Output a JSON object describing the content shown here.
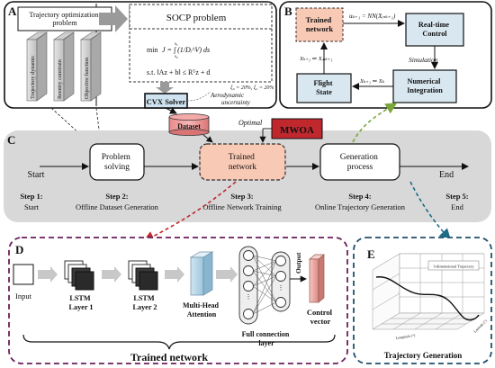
{
  "panel_labels": {
    "a": "A",
    "b": "B",
    "c": "C",
    "d": "D",
    "e": "E"
  },
  "panel_a": {
    "header": "Trajectory optimization problem",
    "pillars": [
      "Trajectory dynamic",
      "Reentry constrain",
      "Objective function"
    ],
    "socp_title": "SOCP problem",
    "eq1_min": "min",
    "eq1_body": "J = ∫ (1/Dᵢ^V) ds",
    "eq1_from": "s₀",
    "eq1_to": "sₓ",
    "eq2": "s.t.  ‖Az + b‖ ≤ Rᵀz + d",
    "sigma": "ξ₀ = 20%, ξ₂ = 20%",
    "uncertainty": "Aerodynamic uncertainty",
    "solver": "CVX Solver"
  },
  "panel_b": {
    "trained_network": "Trained network",
    "realtime": "Real-time Control",
    "simulation": "Simulation",
    "numerical": "Numerical Integration",
    "flight_state": "Flight State",
    "u_eq": "uₖ₊₁ = NN(Xᵢₙₖ₊₁)",
    "x_eq": "Xₖ₊₁ ⇒ Xᵢₙₖ₊₁",
    "xk_eq": "Xₖ₊₁ ⇐ Xₖ"
  },
  "panel_c": {
    "dataset": "Dataset",
    "optimal": "Optimal",
    "mwoa": "MWOA",
    "start": "Start",
    "end": "End",
    "problem_solving": "Problem solving",
    "trained_network": "Trained network",
    "generation_process": "Generation process",
    "steps": [
      {
        "title": "Step 1:",
        "desc": "Start"
      },
      {
        "title": "Step 2:",
        "desc": "Offline Dataset Generation"
      },
      {
        "title": "Step 3:",
        "desc": "Offline Network Training"
      },
      {
        "title": "Step 4:",
        "desc": "Online Trajectory Generation"
      },
      {
        "title": "Step 5:",
        "desc": "End"
      }
    ]
  },
  "panel_d": {
    "input": "Input",
    "lstm1": "LSTM Layer 1",
    "lstm2": "LSTM Layer 2",
    "attention": "Multi-Head Attention",
    "full_connection": "Full connection layer",
    "output": "Output",
    "control_vector": "Control vector",
    "footer": "Trained network"
  },
  "panel_e": {
    "plot_label": "3-dimensional Trajectory",
    "xaxis": "Longitude (°)",
    "yaxis": "Latitude (°)",
    "footer": "Trajectory Generation"
  },
  "colors": {
    "pink_fill": "#f8c9b4",
    "mwoa_red": "#c0282e",
    "blue_box": "#d9e7f1",
    "gray_band": "#d8d8d8"
  }
}
